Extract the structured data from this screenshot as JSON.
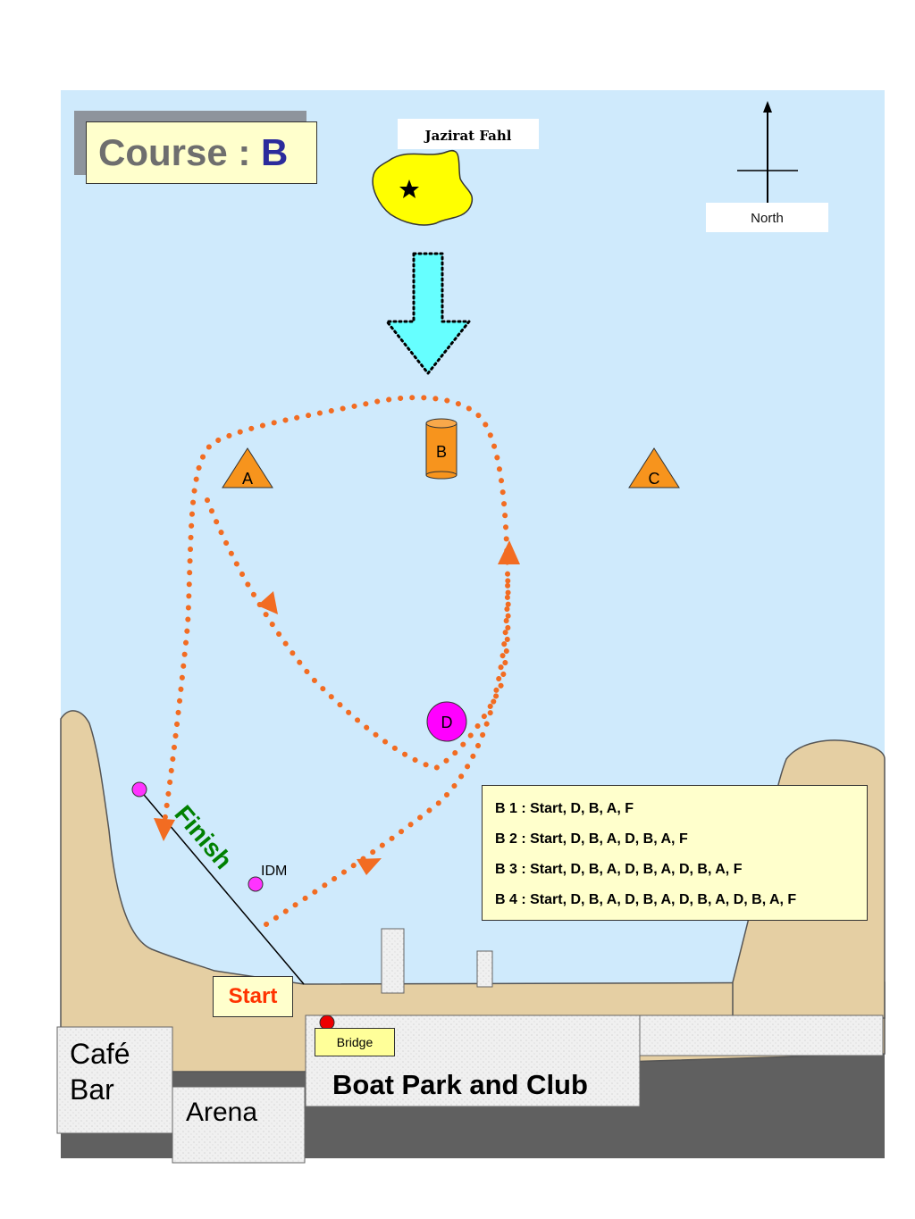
{
  "course": {
    "prefix": "Course : ",
    "letter": "B"
  },
  "island": {
    "label": "Jazirat Fahl"
  },
  "compass": {
    "label": "North"
  },
  "marks": [
    {
      "id": "A",
      "label": "A",
      "shape": "triangle",
      "color": "#f7941d"
    },
    {
      "id": "B",
      "label": "B",
      "shape": "cylinder",
      "color": "#f7941d"
    },
    {
      "id": "C",
      "label": "C",
      "shape": "triangle",
      "color": "#f7941d"
    },
    {
      "id": "D",
      "label": "D",
      "shape": "circle",
      "color": "#ff00ff"
    }
  ],
  "idm": {
    "label": "IDM"
  },
  "finish": {
    "label": "Finish"
  },
  "start": {
    "label": "Start"
  },
  "bridge": {
    "label": "Bridge"
  },
  "legend": {
    "rows": [
      "B 1 : Start, D, B, A, F",
      "B 2 : Start, D, B, A, D, B, A, F",
      "B 3 : Start, D, B, A, D, B, A, D, B, A, F",
      "B 4 : Start, D, B, A, D, B, A, D, B, A, D, B, A, F"
    ]
  },
  "buildings": {
    "cafe_line1": "Café",
    "cafe_line2": "Bar",
    "arena": "Arena",
    "boat_park": "Boat Park and Club"
  },
  "colors": {
    "water": "#cfeafc",
    "land": "#e5cfa3",
    "route": "#f26c22",
    "wind_arrow": "#66ffff",
    "island": "#ffff00",
    "finish_text": "#008000",
    "start_text": "#ff3300"
  },
  "icons": {
    "island_marker": "star-icon",
    "wind": "wind-arrow-icon",
    "compass": "north-arrow-icon"
  }
}
